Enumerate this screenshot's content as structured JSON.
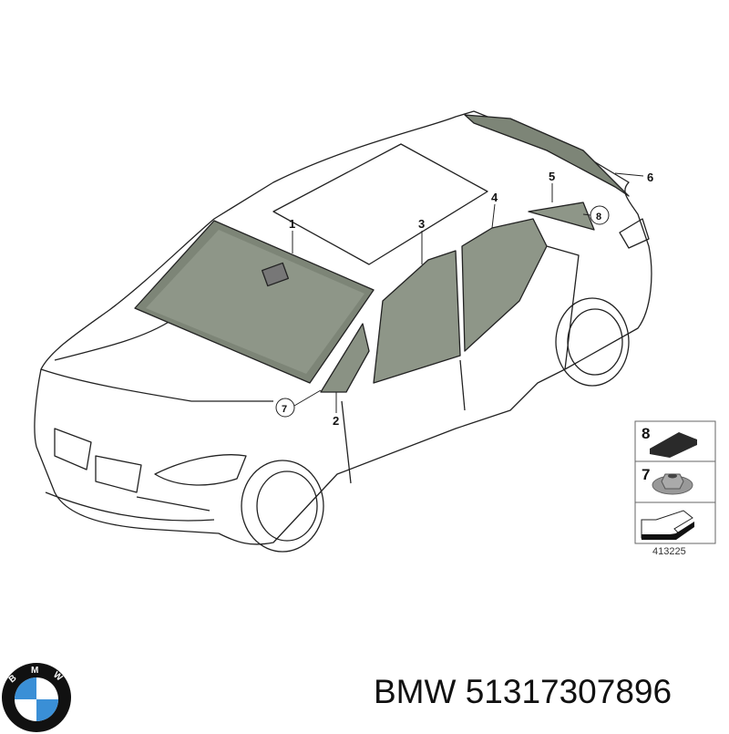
{
  "diagram": {
    "callouts": [
      "1",
      "2",
      "3",
      "4",
      "5",
      "6",
      "7",
      "8"
    ],
    "legend": {
      "items": [
        {
          "number": "8",
          "icon": "foam-pad-icon"
        },
        {
          "number": "7",
          "icon": "flange-nut-icon"
        },
        {
          "number": "",
          "icon": "direction-arrow-icon"
        }
      ],
      "reference": "413225"
    }
  },
  "logo": {
    "brand": "BMW",
    "colors": {
      "blue": "#3a8fd6",
      "ring": "#111111",
      "white": "#ffffff"
    }
  },
  "caption": {
    "brand": "BMW",
    "part_number": "51317307896"
  }
}
